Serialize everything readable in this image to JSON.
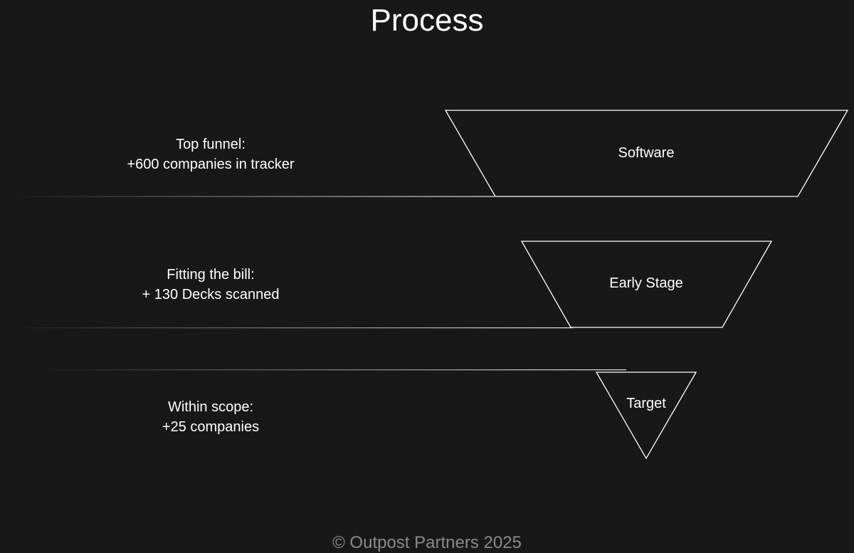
{
  "title": "Process",
  "stages": [
    {
      "name": "Software",
      "label_line1": "Top funnel:",
      "label_line2": "+600 companies in tracker"
    },
    {
      "name": "Early Stage",
      "label_line1": "Fitting the bill:",
      "label_line2": "+ 130 Decks scanned"
    },
    {
      "name": "Target",
      "label_line1": "Within scope:",
      "label_line2": "+25 companies"
    }
  ],
  "footer": "© Outpost Partners 2025"
}
